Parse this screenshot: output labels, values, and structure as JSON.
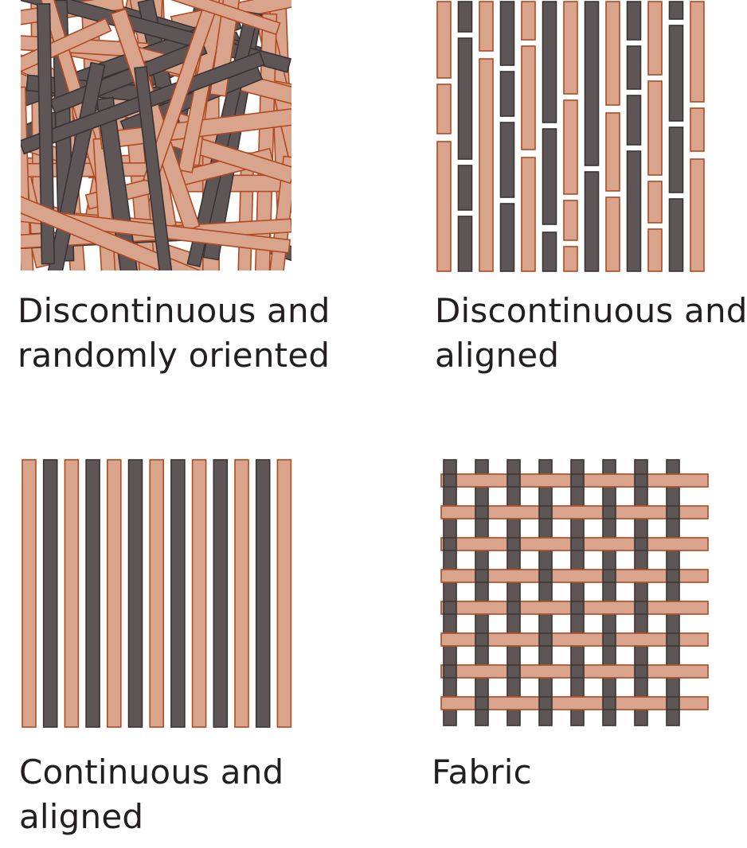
{
  "colors": {
    "copper_fill": "#d8a48c",
    "copper_edge": "#b14a23",
    "dark_fill": "#5e5556",
    "dark_edge": "#3a3334",
    "text": "#231f20"
  },
  "panels": [
    {
      "id": "random",
      "pattern": "discontinuous-random",
      "caption_lines": [
        "Discontinuous and",
        "randomly oriented"
      ]
    },
    {
      "id": "discontinuous-aligned",
      "pattern": "discontinuous-aligned",
      "caption_lines": [
        "Discontinuous and",
        "aligned"
      ]
    },
    {
      "id": "continuous-aligned",
      "pattern": "continuous-aligned",
      "caption_lines": [
        "Continuous and",
        "aligned"
      ]
    },
    {
      "id": "fabric",
      "pattern": "woven-fabric",
      "caption_lines": [
        "Fabric"
      ]
    }
  ]
}
